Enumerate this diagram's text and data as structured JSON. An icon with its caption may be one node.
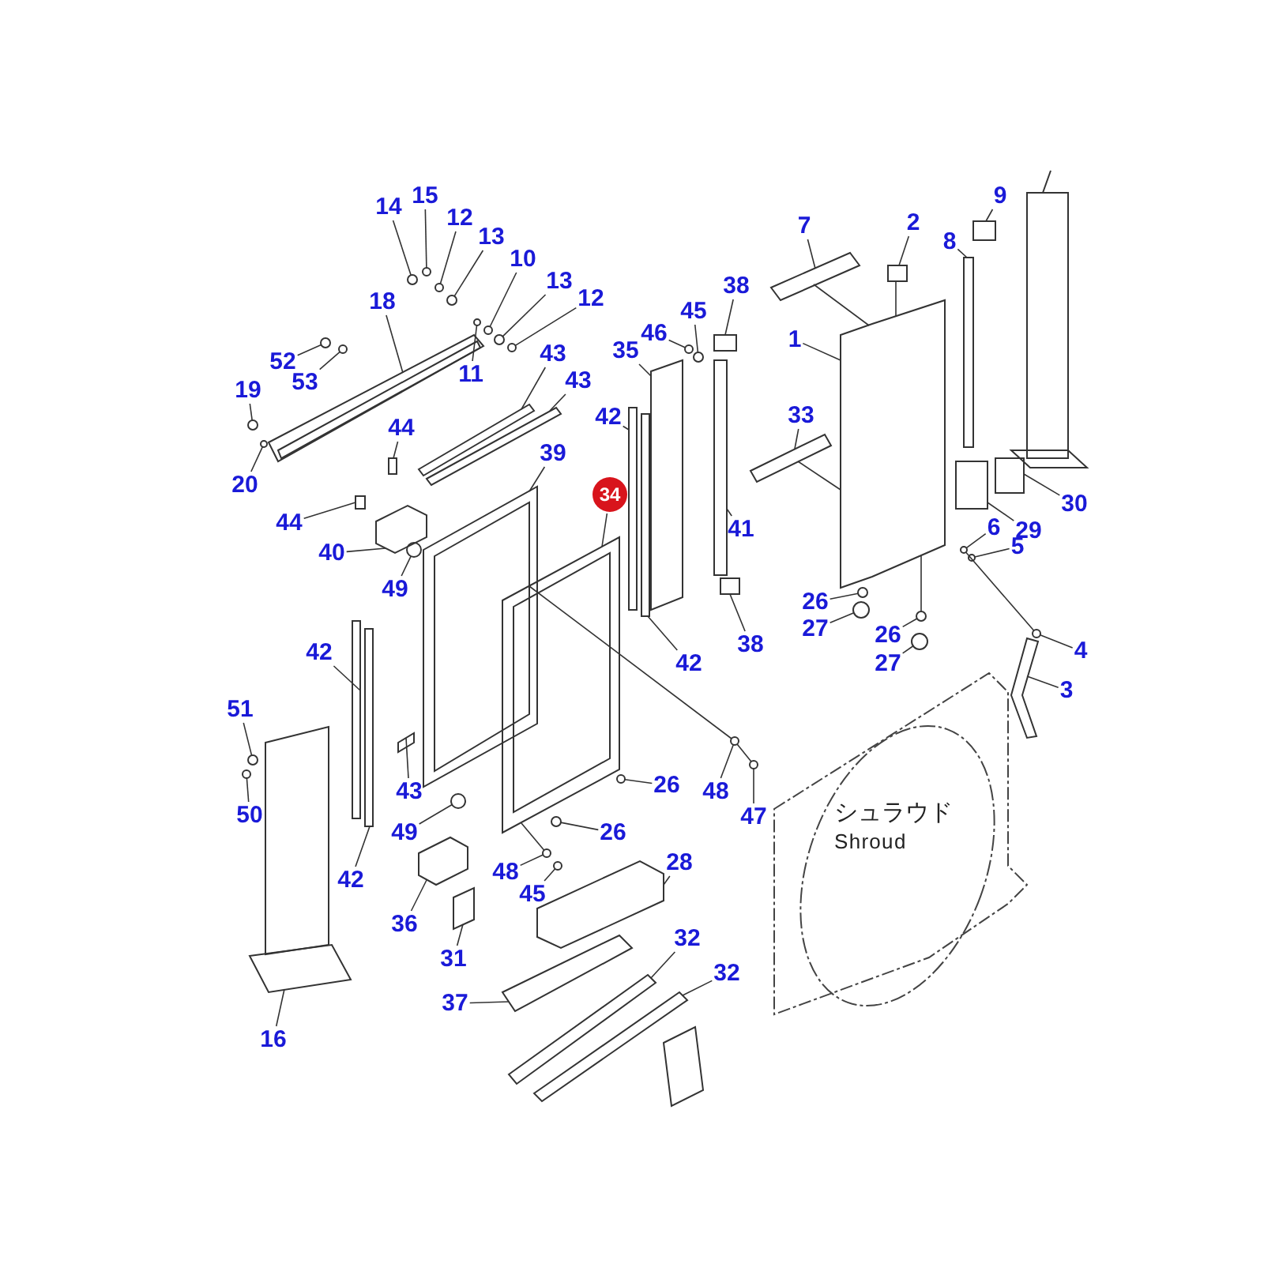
{
  "diagram": {
    "nodes": [
      {
        "text": [
          "15"
        ]
      },
      {
        "text": [
          "9"
        ]
      },
      {
        "text": [
          "14"
        ]
      },
      {
        "text": [
          "12"
        ]
      },
      {
        "text": [
          "2"
        ]
      },
      {
        "text": [
          "7"
        ]
      },
      {
        "text": [
          "13"
        ]
      },
      {
        "text": [
          "8"
        ]
      },
      {
        "text": [
          "10"
        ]
      },
      {
        "text": [
          "13"
        ]
      },
      {
        "text": [
          "38"
        ]
      },
      {
        "text": [
          "12"
        ]
      },
      {
        "text": [
          "18"
        ]
      },
      {
        "text": [
          "45"
        ]
      },
      {
        "text": [
          "46"
        ]
      },
      {
        "text": [
          "1"
        ]
      },
      {
        "text": [
          "35"
        ]
      },
      {
        "text": [
          "43"
        ]
      },
      {
        "text": [
          "52"
        ]
      },
      {
        "text": [
          "11"
        ]
      },
      {
        "text": [
          "43"
        ]
      },
      {
        "text": [
          "53"
        ]
      },
      {
        "text": [
          "19"
        ]
      },
      {
        "text": [
          "33"
        ]
      },
      {
        "text": [
          "42"
        ]
      },
      {
        "text": [
          "44"
        ]
      },
      {
        "text": [
          "39"
        ]
      },
      {
        "text": [
          "20"
        ]
      },
      {
        "text": [
          "34"
        ]
      },
      {
        "text": [
          "30"
        ]
      },
      {
        "text": [
          "44"
        ]
      },
      {
        "text": [
          "6"
        ]
      },
      {
        "text": [
          "41"
        ]
      },
      {
        "text": [
          "29"
        ]
      },
      {
        "text": [
          "5"
        ]
      },
      {
        "text": [
          "40"
        ]
      },
      {
        "text": [
          "49"
        ]
      },
      {
        "text": [
          "26"
        ]
      },
      {
        "text": [
          "27"
        ]
      },
      {
        "text": [
          "26"
        ]
      },
      {
        "text": [
          "38"
        ]
      },
      {
        "text": [
          "4"
        ]
      },
      {
        "text": [
          "42"
        ]
      },
      {
        "text": [
          "27"
        ]
      },
      {
        "text": [
          "42"
        ]
      },
      {
        "text": [
          "3"
        ]
      },
      {
        "text": [
          "51"
        ]
      },
      {
        "text": [
          "26"
        ]
      },
      {
        "text": [
          "43"
        ]
      },
      {
        "text": [
          "48"
        ]
      },
      {
        "text": [
          "50"
        ]
      },
      {
        "text": [
          "47"
        ]
      },
      {
        "text": [
          "49"
        ]
      },
      {
        "text": [
          "26"
        ]
      },
      {
        "text": [
          "シュラウド",
          "Shroud"
        ]
      },
      {
        "text": [
          "28"
        ]
      },
      {
        "text": [
          "48"
        ]
      },
      {
        "text": [
          "42"
        ]
      },
      {
        "text": [
          "45"
        ]
      },
      {
        "text": [
          "36"
        ]
      },
      {
        "text": [
          "32"
        ]
      },
      {
        "text": [
          "31"
        ]
      },
      {
        "text": [
          "32"
        ]
      },
      {
        "text": [
          "37"
        ]
      },
      {
        "text": [
          "16"
        ]
      },
      {
        "text": [],
        "shape": "circle"
      },
      {
        "text": [],
        "shape": "box"
      },
      {
        "text": [],
        "shape": "circle"
      },
      {
        "text": [],
        "shape": "circle"
      },
      {
        "text": [],
        "shape": "box"
      },
      {
        "text": [],
        "shape": "bar"
      },
      {
        "text": [],
        "shape": "circle"
      },
      {
        "text": [],
        "shape": "bar"
      },
      {
        "text": [],
        "shape": "circle"
      },
      {
        "text": [],
        "shape": "circle"
      },
      {
        "text": [],
        "shape": "box"
      },
      {
        "text": [],
        "shape": "circle"
      },
      {
        "text": [],
        "shape": "bar"
      },
      {
        "text": [],
        "shape": "circle"
      },
      {
        "text": [],
        "shape": "circle"
      },
      {
        "text": [],
        "shape": "box"
      },
      {
        "text": [],
        "shape": "box"
      },
      {
        "text": [],
        "shape": "bar"
      },
      {
        "text": [],
        "shape": "circle"
      },
      {
        "text": [],
        "shape": "circle"
      },
      {
        "text": [],
        "shape": "bar"
      },
      {
        "text": [],
        "shape": "circle"
      },
      {
        "text": [],
        "shape": "circle"
      },
      {
        "text": [],
        "shape": "bar"
      },
      {
        "text": [],
        "shape": "bar"
      },
      {
        "text": [],
        "shape": "box"
      },
      {
        "text": [],
        "shape": "box"
      },
      {
        "text": [],
        "shape": "circle"
      },
      {
        "text": [],
        "shape": "box"
      },
      {
        "text": [],
        "shape": "box"
      },
      {
        "text": [],
        "shape": "box"
      },
      {
        "text": [],
        "shape": "circle"
      },
      {
        "text": [],
        "shape": "bar"
      },
      {
        "text": [],
        "shape": "box"
      },
      {
        "text": [],
        "shape": "circle"
      },
      {
        "text": [],
        "shape": "box"
      },
      {
        "text": [],
        "shape": "circle"
      },
      {
        "text": [],
        "shape": "circle"
      },
      {
        "text": [],
        "shape": "circle"
      },
      {
        "text": [],
        "shape": "circle"
      },
      {
        "text": [],
        "shape": "box"
      },
      {
        "text": [],
        "shape": "circle"
      },
      {
        "text": [],
        "shape": "bar"
      },
      {
        "text": [],
        "shape": "circle"
      },
      {
        "text": [],
        "shape": "bar"
      },
      {
        "text": [],
        "shape": "bar"
      },
      {
        "text": [],
        "shape": "circle"
      },
      {
        "text": [],
        "shape": "circle"
      },
      {
        "text": [],
        "shape": "bar"
      },
      {
        "text": [],
        "shape": "circle"
      },
      {
        "text": [],
        "shape": "circle"
      },
      {
        "text": [],
        "shape": "circle"
      },
      {
        "text": [],
        "shape": "circle"
      },
      {
        "text": [],
        "shape": "circle"
      },
      {
        "text": [],
        "shape": "box"
      },
      {
        "text": [],
        "shape": "circle"
      },
      {
        "text": [],
        "shape": "bar"
      },
      {
        "text": [],
        "shape": "circle"
      },
      {
        "text": [],
        "shape": "box"
      },
      {
        "text": [],
        "shape": "bar"
      },
      {
        "text": [],
        "shape": "box"
      },
      {
        "text": [],
        "shape": "bar"
      },
      {
        "text": [],
        "shape": "bar"
      },
      {
        "text": [],
        "shape": "box"
      }
    ],
    "edges": [
      {
        "from": 0,
        "to": 65,
        "arrow": "none"
      },
      {
        "from": 1,
        "to": 66,
        "arrow": "none"
      },
      {
        "from": 2,
        "to": 67,
        "arrow": "none"
      },
      {
        "from": 3,
        "to": 68,
        "arrow": "none"
      },
      {
        "from": 4,
        "to": 69,
        "arrow": "none"
      },
      {
        "from": 5,
        "to": 70,
        "arrow": "none"
      },
      {
        "from": 6,
        "to": 71,
        "arrow": "none"
      },
      {
        "from": 7,
        "to": 72,
        "arrow": "none"
      },
      {
        "from": 8,
        "to": 73,
        "arrow": "none"
      },
      {
        "from": 9,
        "to": 74,
        "arrow": "none"
      },
      {
        "from": 10,
        "to": 75,
        "arrow": "none"
      },
      {
        "from": 11,
        "to": 76,
        "arrow": "none"
      },
      {
        "from": 12,
        "to": 77,
        "arrow": "none"
      },
      {
        "from": 13,
        "to": 78,
        "arrow": "none"
      },
      {
        "from": 14,
        "to": 79,
        "arrow": "none"
      },
      {
        "from": 15,
        "to": 80,
        "arrow": "none"
      },
      {
        "from": 16,
        "to": 81,
        "arrow": "none"
      },
      {
        "from": 17,
        "to": 82,
        "arrow": "none"
      },
      {
        "from": 18,
        "to": 83,
        "arrow": "none"
      },
      {
        "from": 19,
        "to": 84,
        "arrow": "none"
      },
      {
        "from": 20,
        "to": 85,
        "arrow": "none"
      },
      {
        "from": 21,
        "to": 86,
        "arrow": "none"
      },
      {
        "from": 22,
        "to": 87,
        "arrow": "none"
      },
      {
        "from": 23,
        "to": 88,
        "arrow": "none"
      },
      {
        "from": 24,
        "to": 89,
        "arrow": "none"
      },
      {
        "from": 25,
        "to": 90,
        "arrow": "none"
      },
      {
        "from": 26,
        "to": 91,
        "arrow": "none"
      },
      {
        "from": 27,
        "to": 92,
        "arrow": "none"
      },
      {
        "from": 28,
        "to": 93,
        "arrow": "none"
      },
      {
        "from": 29,
        "to": 94,
        "arrow": "none"
      },
      {
        "from": 30,
        "to": 95,
        "arrow": "none"
      },
      {
        "from": 31,
        "to": 96,
        "arrow": "none"
      },
      {
        "from": 32,
        "to": 97,
        "arrow": "none"
      },
      {
        "from": 33,
        "to": 98,
        "arrow": "none"
      },
      {
        "from": 34,
        "to": 99,
        "arrow": "none"
      },
      {
        "from": 35,
        "to": 100,
        "arrow": "none"
      },
      {
        "from": 36,
        "to": 101,
        "arrow": "none"
      },
      {
        "from": 37,
        "to": 102,
        "arrow": "none"
      },
      {
        "from": 38,
        "to": 103,
        "arrow": "none"
      },
      {
        "from": 39,
        "to": 104,
        "arrow": "none"
      },
      {
        "from": 40,
        "to": 105,
        "arrow": "none"
      },
      {
        "from": 41,
        "to": 106,
        "arrow": "none"
      },
      {
        "from": 42,
        "to": 107,
        "arrow": "none"
      },
      {
        "from": 43,
        "to": 108,
        "arrow": "none"
      },
      {
        "from": 44,
        "to": 109,
        "arrow": "none"
      },
      {
        "from": 45,
        "to": 110,
        "arrow": "none"
      },
      {
        "from": 46,
        "to": 111,
        "arrow": "none"
      },
      {
        "from": 47,
        "to": 112,
        "arrow": "none"
      },
      {
        "from": 48,
        "to": 113,
        "arrow": "none"
      },
      {
        "from": 49,
        "to": 114,
        "arrow": "none"
      },
      {
        "from": 50,
        "to": 115,
        "arrow": "none"
      },
      {
        "from": 51,
        "to": 116,
        "arrow": "none"
      },
      {
        "from": 52,
        "to": 117,
        "arrow": "none"
      },
      {
        "from": 53,
        "to": 118,
        "arrow": "none"
      },
      {
        "from": 55,
        "to": 119,
        "arrow": "none"
      },
      {
        "from": 56,
        "to": 120,
        "arrow": "none"
      },
      {
        "from": 57,
        "to": 121,
        "arrow": "none"
      },
      {
        "from": 58,
        "to": 122,
        "arrow": "none"
      },
      {
        "from": 59,
        "to": 123,
        "arrow": "none"
      },
      {
        "from": 60,
        "to": 124,
        "arrow": "none"
      },
      {
        "from": 61,
        "to": 125,
        "arrow": "none"
      },
      {
        "from": 62,
        "to": 126,
        "arrow": "none"
      },
      {
        "from": 63,
        "to": 127,
        "arrow": "none"
      },
      {
        "from": 64,
        "to": 128,
        "arrow": "none"
      },
      {
        "from": 70,
        "to": 80,
        "arrow": "none"
      },
      {
        "from": 88,
        "to": 80,
        "arrow": "none"
      },
      {
        "from": 69,
        "to": 80,
        "arrow": "none"
      },
      {
        "from": 80,
        "to": 104,
        "arrow": "none"
      },
      {
        "from": 96,
        "to": 106,
        "arrow": "none"
      },
      {
        "from": 93,
        "to": 114,
        "arrow": "none"
      },
      {
        "from": 114,
        "to": 116,
        "arrow": "none"
      },
      {
        "from": 93,
        "to": 120,
        "arrow": "none"
      }
    ]
  }
}
